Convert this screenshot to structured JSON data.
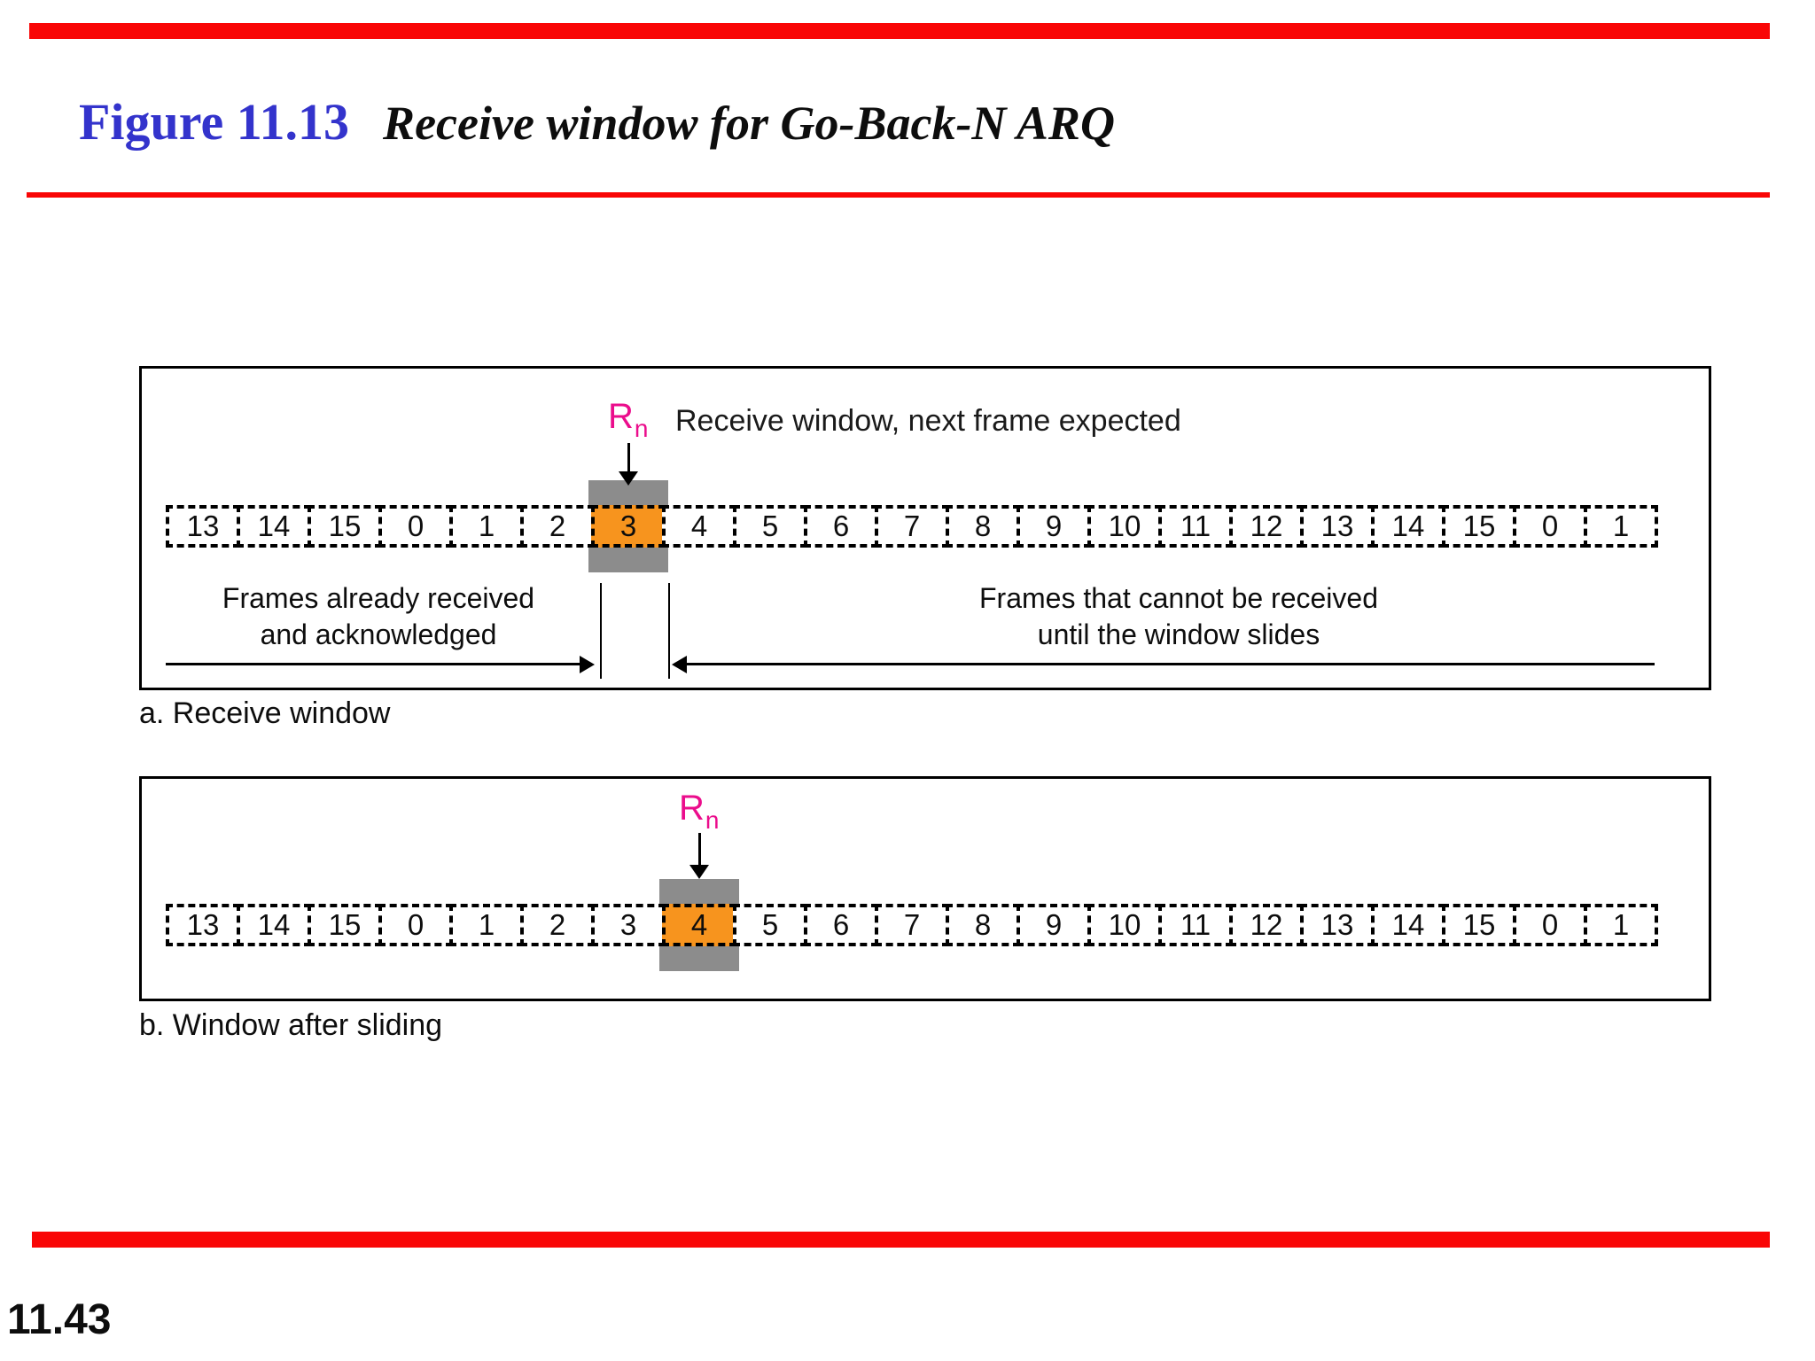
{
  "header": {
    "figure_label": "Figure 11.13",
    "figure_title": "Receive window for Go-Back-N ARQ"
  },
  "panel_a": {
    "caption": "a. Receive window",
    "rn": {
      "base": "R",
      "sub": "n"
    },
    "annotation": "Receive window, next frame expected",
    "left_note_line1": "Frames already received",
    "left_note_line2": "and acknowledged",
    "right_note_line1": "Frames that cannot be received",
    "right_note_line2": "until the window slides",
    "frames": [
      "13",
      "14",
      "15",
      "0",
      "1",
      "2",
      "3",
      "4",
      "5",
      "6",
      "7",
      "8",
      "9",
      "10",
      "11",
      "12",
      "13",
      "14",
      "15",
      "0",
      "1"
    ],
    "highlight_index": 6,
    "highlight_value": "3"
  },
  "panel_b": {
    "caption": "b. Window after sliding",
    "rn": {
      "base": "R",
      "sub": "n"
    },
    "frames": [
      "13",
      "14",
      "15",
      "0",
      "1",
      "2",
      "3",
      "4",
      "5",
      "6",
      "7",
      "8",
      "9",
      "10",
      "11",
      "12",
      "13",
      "14",
      "15",
      "0",
      "1"
    ],
    "highlight_index": 7,
    "highlight_value": "4"
  },
  "footer": {
    "page_number": "11.43"
  },
  "colors": {
    "accent_red": "#f90606",
    "title_blue": "#3333cc",
    "magenta": "#eb0d8c",
    "orange": "#f7941e",
    "gray": "#8c8c8c"
  }
}
